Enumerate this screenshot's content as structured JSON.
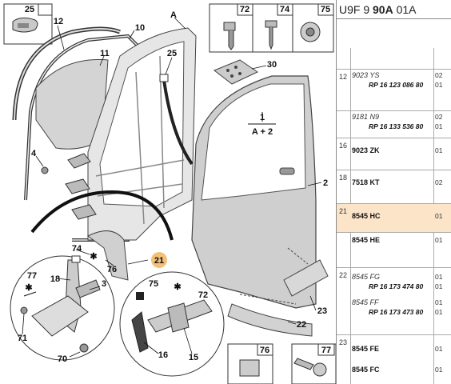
{
  "header": {
    "prefix": "U9F 9",
    "bold": "90A",
    "suffix": "01A"
  },
  "callouts": {
    "c25a": "25",
    "c12": "12",
    "c10": "10",
    "cA": "A",
    "c72": "72",
    "c74": "74",
    "c75": "75",
    "c11": "11",
    "c25b": "25",
    "c30": "30",
    "c4": "4",
    "c2": "2",
    "c1": "1",
    "cA2": "A + 2",
    "c74b": "74",
    "c76": "76",
    "c21": "21",
    "c77a": "77",
    "c18": "18",
    "c3": "3",
    "c71": "71",
    "c70": "70",
    "c75b": "75",
    "c72b": "72",
    "c16": "16",
    "c15": "15",
    "c23": "23",
    "c22": "22",
    "c76b": "76",
    "c77b": "77"
  },
  "rows": [
    {
      "num": "12",
      "lines": [
        {
          "code": "9023 YS",
          "style": "italic",
          "qty": "02"
        },
        {
          "ref": "RP 16 123 086 80",
          "qty": "01"
        }
      ]
    },
    {
      "num": "",
      "lines": [
        {
          "code": "9181 N9",
          "style": "italic",
          "qty": "02"
        },
        {
          "ref": "RP 16 133 536 80",
          "qty": "01"
        }
      ]
    },
    {
      "num": "16",
      "lines": [
        {
          "code": "9023 ZK",
          "style": "bold",
          "qty": "01"
        }
      ]
    },
    {
      "num": "18",
      "lines": [
        {
          "code": "7518 KT",
          "style": "bold",
          "qty": "02"
        }
      ]
    },
    {
      "num": "21",
      "lines": [
        {
          "code": "8545 HC",
          "style": "bold",
          "qty": "01"
        }
      ],
      "highlight": true
    },
    {
      "num": "",
      "lines": [
        {
          "code": "8545 HE",
          "style": "bold",
          "qty": "01"
        }
      ]
    },
    {
      "num": "22",
      "lines": [
        {
          "code": "8545 FG",
          "style": "italic",
          "qty": "01"
        },
        {
          "ref": "RP 16 173 474 80",
          "qty": "01"
        },
        {
          "code": "8545 FF",
          "style": "italic",
          "qty": "01"
        },
        {
          "ref": "RP 16 173 473 80",
          "qty": "01"
        }
      ]
    },
    {
      "num": "23",
      "lines": [
        {
          "code": "8545 FE",
          "style": "bold",
          "qty": "01"
        },
        {
          "code": "8545 FC",
          "style": "bold",
          "qty": "01"
        }
      ]
    }
  ]
}
